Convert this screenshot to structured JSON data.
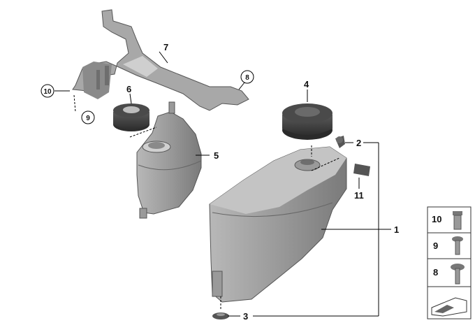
{
  "callouts": {
    "c1": "1",
    "c2": "2",
    "c3": "3",
    "c4": "4",
    "c5": "5",
    "c6": "6",
    "c7": "7",
    "c8": "8",
    "c9": "9",
    "c10": "10",
    "c11": "11"
  },
  "legend": {
    "item10": "10",
    "item9": "9",
    "item8": "8"
  },
  "colors": {
    "part_fill": "#9a9a9a",
    "part_light": "#c8c8c8",
    "part_dark": "#6e6e6e",
    "cap_fill": "#3c3c3c",
    "legend_border": "#333333"
  }
}
